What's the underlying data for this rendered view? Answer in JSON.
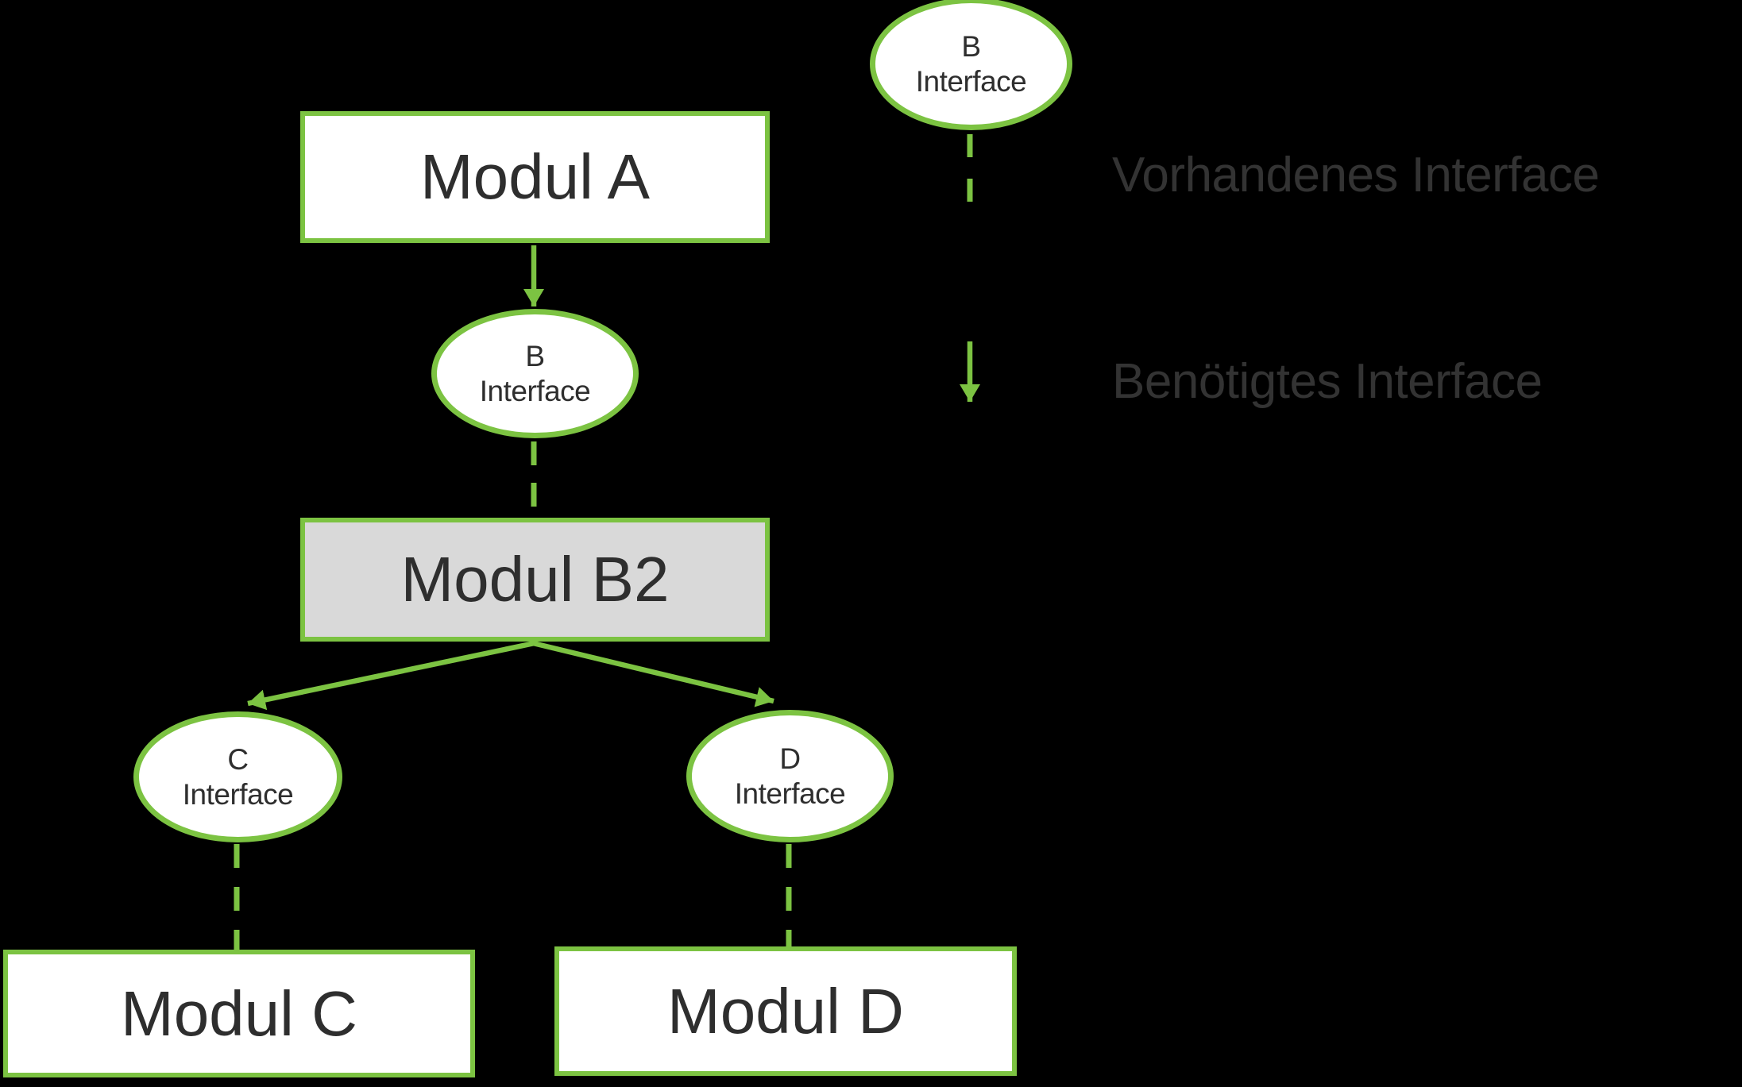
{
  "diagram": {
    "modules": [
      {
        "id": "a",
        "label": "Modul A"
      },
      {
        "id": "b2",
        "label": "Modul B2"
      },
      {
        "id": "c",
        "label": "Modul C"
      },
      {
        "id": "d",
        "label": "Modul D"
      }
    ],
    "interfaces": [
      {
        "id": "b",
        "name": "B",
        "kind": "Interface"
      },
      {
        "id": "c",
        "name": "C",
        "kind": "Interface"
      },
      {
        "id": "d",
        "name": "D",
        "kind": "Interface"
      }
    ]
  },
  "legend": {
    "ellipse": {
      "name": "B",
      "kind": "Interface"
    },
    "provided_label": "Vorhandenes Interface",
    "required_label": "Benötigtes Interface"
  },
  "colors": {
    "accent_green": "#7cc342",
    "node_fill": "#ffffff",
    "modul_b2_fill": "#d9d9d9",
    "node_text": "#2e2e2e",
    "legend_text": "#333333",
    "background": "#000000"
  }
}
